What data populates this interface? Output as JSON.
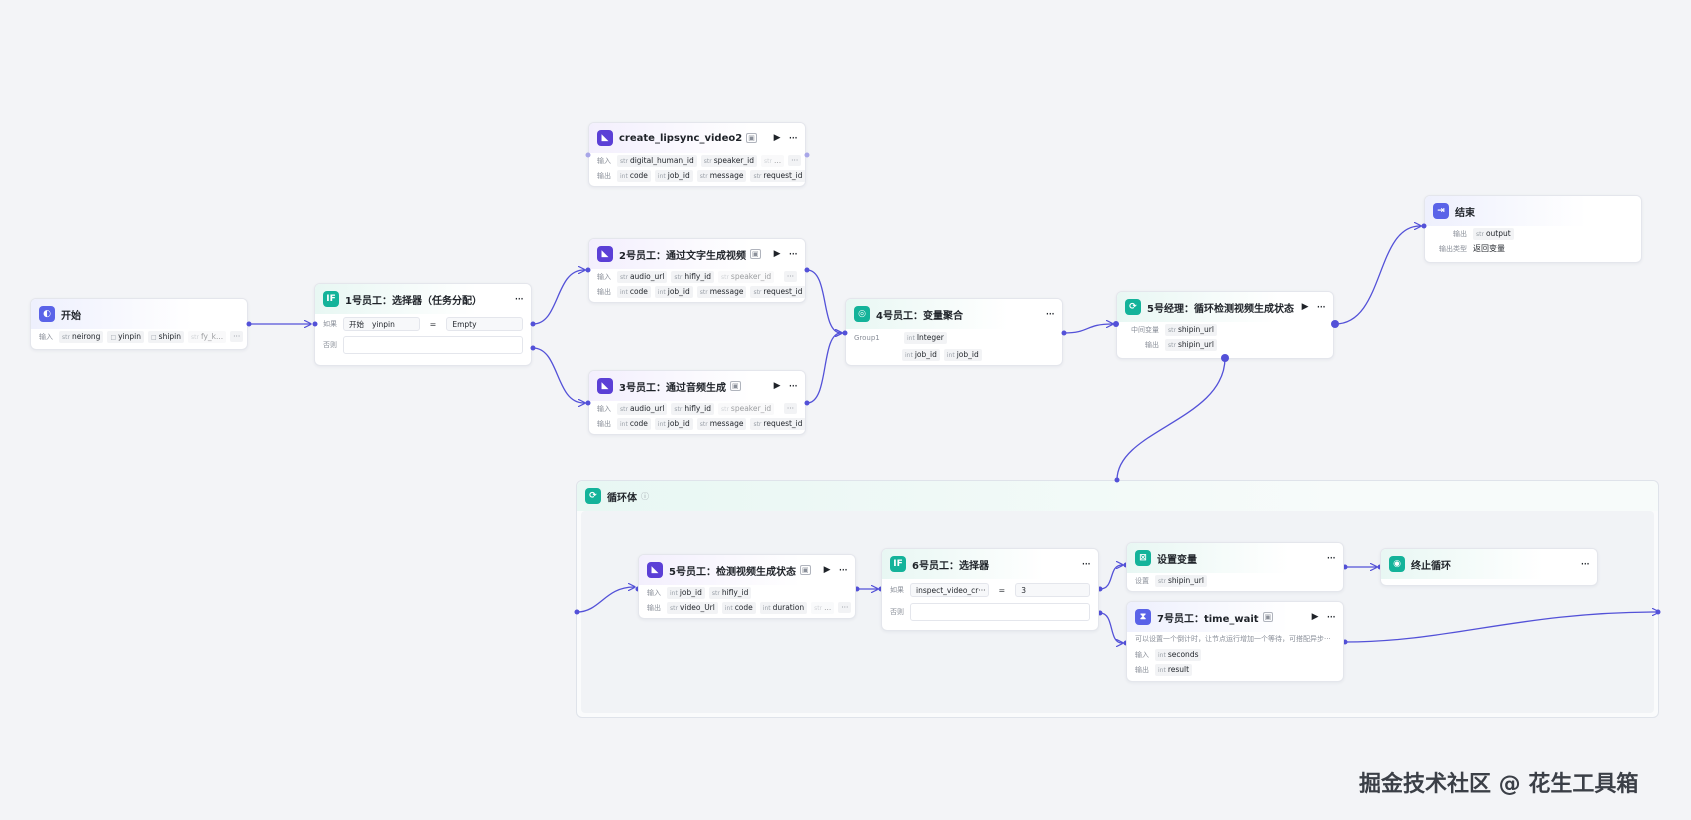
{
  "canvas": {
    "background": "#f3f4f7",
    "accent": "#5351d8"
  },
  "start": {
    "title": "开始",
    "icon": "start-icon",
    "input_label": "输入",
    "params": [
      {
        "type": "str",
        "name": "neirong"
      },
      {
        "type": "□",
        "name": "yinpin"
      },
      {
        "type": "□",
        "name": "shipin"
      },
      {
        "type": "str",
        "name": "fy_k..."
      }
    ],
    "more": "···"
  },
  "selector1": {
    "title": "1号员工：选择器（任务分配）",
    "icon": "if-icon",
    "if_label": "如果",
    "else_label": "否则",
    "left_src": "开始",
    "left_var": "yinpin",
    "op": "=",
    "right": "Empty",
    "more": "···"
  },
  "lipsync": {
    "title": "create_lipsync_video2",
    "icon": "plugin-icon",
    "in_label": "输入",
    "out_label": "输出",
    "inputs": [
      {
        "type": "str",
        "name": "digital_human_id"
      },
      {
        "type": "str",
        "name": "speaker_id"
      },
      {
        "type": "str",
        "name": "...",
        "fade": true
      }
    ],
    "outputs": [
      {
        "type": "int",
        "name": "code"
      },
      {
        "type": "int",
        "name": "job_id"
      },
      {
        "type": "str",
        "name": "message"
      },
      {
        "type": "str",
        "name": "request_id"
      }
    ]
  },
  "worker2": {
    "title": "2号员工：通过文字生成视频",
    "inputs": [
      {
        "type": "str",
        "name": "audio_url"
      },
      {
        "type": "str",
        "name": "hifly_id"
      },
      {
        "type": "str",
        "name": "speaker_id",
        "fade": true
      }
    ],
    "outputs": [
      {
        "type": "int",
        "name": "code"
      },
      {
        "type": "int",
        "name": "job_id"
      },
      {
        "type": "str",
        "name": "message"
      },
      {
        "type": "str",
        "name": "request_id"
      }
    ]
  },
  "worker3": {
    "title": "3号员工：通过音频生成",
    "inputs": [
      {
        "type": "str",
        "name": "audio_url"
      },
      {
        "type": "str",
        "name": "hifly_id"
      },
      {
        "type": "str",
        "name": "speaker_id",
        "fade": true
      }
    ],
    "outputs": [
      {
        "type": "int",
        "name": "code"
      },
      {
        "type": "int",
        "name": "job_id"
      },
      {
        "type": "str",
        "name": "message"
      },
      {
        "type": "str",
        "name": "request_id"
      }
    ]
  },
  "worker4": {
    "title": "4号员工：变量聚合",
    "group_label": "Group1",
    "group_type": "Integer",
    "vars": [
      {
        "type": "int",
        "name": "job_id"
      },
      {
        "type": "int",
        "name": "job_id"
      }
    ]
  },
  "manager5": {
    "title": "5号经理：循环检测视频生成状态",
    "mid_label": "中间变量",
    "out_label": "输出",
    "mid_var": {
      "type": "str",
      "name": "shipin_url"
    },
    "out_var": {
      "type": "str",
      "name": "shipin_url"
    }
  },
  "end": {
    "title": "结束",
    "out_label": "输出",
    "out_var": {
      "type": "str",
      "name": "output"
    },
    "type_label": "输出类型",
    "type_value": "返回变量"
  },
  "loop": {
    "title": "循环体",
    "info": "ⓘ"
  },
  "worker5b": {
    "title": "5号员工：检测视频生成状态",
    "in_label": "输入",
    "out_label": "输出",
    "inputs": [
      {
        "type": "int",
        "name": "job_id"
      },
      {
        "type": "str",
        "name": "hifly_id"
      }
    ],
    "outputs": [
      {
        "type": "str",
        "name": "video_Url"
      },
      {
        "type": "int",
        "name": "code"
      },
      {
        "type": "int",
        "name": "duration"
      },
      {
        "type": "str",
        "name": "...",
        "fade": true
      }
    ]
  },
  "selector6": {
    "title": "6号员工：选择器",
    "if_label": "如果",
    "else_label": "否则",
    "left": "inspect_video_cr···",
    "op": "=",
    "right": "3"
  },
  "setvar": {
    "title": "设置变量",
    "set_label": "设置",
    "var": {
      "type": "str",
      "name": "shipin_url"
    }
  },
  "stoploop": {
    "title": "终止循环"
  },
  "worker7": {
    "title": "7号员工：time_wait",
    "desc": "可以设置一个倒计时，让节点运行增加一个等待，可搭配异步···",
    "in_label": "输入",
    "out_label": "输出",
    "input": {
      "type": "int",
      "name": "seconds"
    },
    "output": {
      "type": "int",
      "name": "result"
    }
  },
  "watermark": "掘金技术社区 @ 花生工具箱"
}
